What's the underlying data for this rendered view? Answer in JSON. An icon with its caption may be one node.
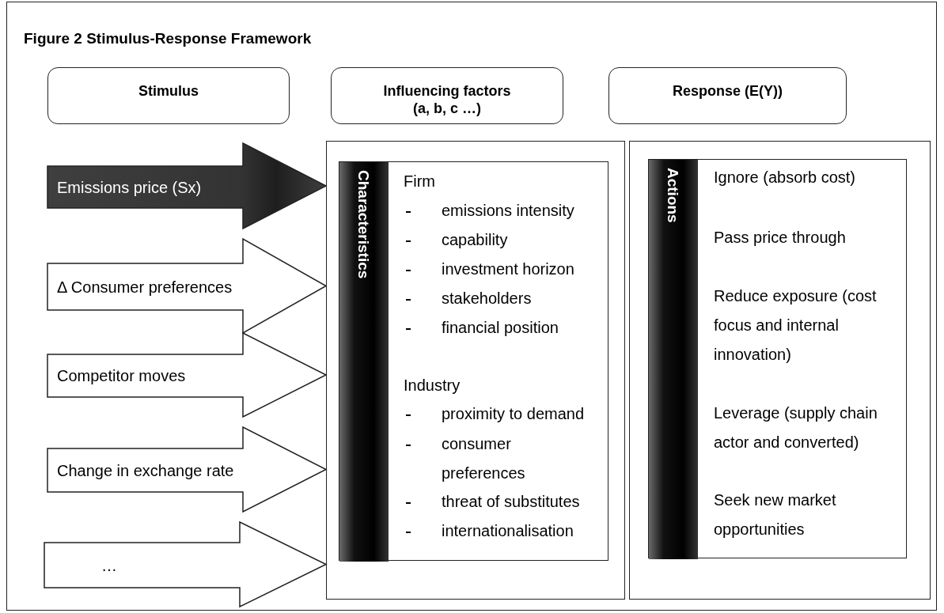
{
  "diagram": {
    "title": "Figure 2 Stimulus-Response Framework",
    "nodes": [
      {
        "text": [
          "Stimulus"
        ]
      },
      {
        "text": [
          "Influencing factors (a, b, c …)"
        ]
      },
      {
        "text": [
          "Response (E(Y))"
        ]
      },
      {
        "text": [],
        "shape": "box"
      },
      {
        "text": [
          "Firm",
          "emissions intensity",
          "capability",
          "investment horizon",
          "stakeholders",
          "financial position",
          "Industry",
          "proximity to demand",
          "consumer preferences",
          "threat of substitutes",
          "internationalisation"
        ],
        "in": 3
      },
      {
        "text": [
          "Characteristics"
        ],
        "in": 4
      },
      {
        "text": [],
        "shape": "box"
      },
      {
        "text": [
          "Ignore (absorb cost)",
          "Pass price through",
          "Reduce exposure (cost focus and internal innovation)",
          "Leverage (supply chain actor and converted)",
          "Seek new market opportunities"
        ],
        "in": 6
      },
      {
        "text": [
          "Actions"
        ],
        "in": 7
      }
    ],
    "edges": [
      {
        "from": null,
        "to": 3,
        "arrow": "to",
        "label": "Emissions price (Sx)",
        "style": "thick",
        "color": "#333333"
      },
      {
        "from": null,
        "to": 3,
        "arrow": "to",
        "label": "Δ Consumer preferences",
        "style": "thick"
      },
      {
        "from": null,
        "to": 3,
        "arrow": "to",
        "label": "Competitor moves",
        "style": "thick"
      },
      {
        "from": null,
        "to": 3,
        "arrow": "to",
        "label": "Change in exchange rate",
        "style": "thick"
      },
      {
        "from": null,
        "to": 3,
        "arrow": "to",
        "label": "…",
        "style": "thick"
      }
    ]
  }
}
